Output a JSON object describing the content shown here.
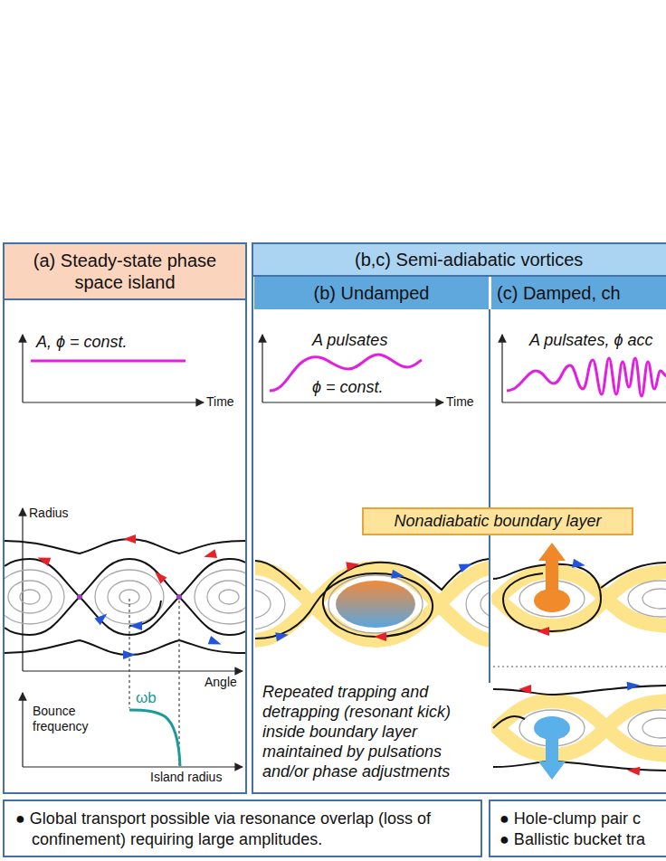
{
  "diagram": {
    "nodes": [
      {
        "text": [
          "(a) Steady-state phase space island"
        ]
      },
      {
        "text": [
          "(b,c) Semi-adiabatic vortices"
        ]
      },
      {
        "text": [
          "(b) Undamped"
        ],
        "in": 1
      },
      {
        "text": [
          "(c) Damped, ch"
        ],
        "in": 1
      },
      {
        "text": [
          "Nonadiabatic boundary layer"
        ],
        "in": 1
      },
      {
        "text": [
          "● Global transport possible via resonance overlap (loss of confinement) requiring large amplitudes."
        ]
      },
      {
        "text": [
          "● Hole-clump pair c",
          "● Ballistic bucket tra"
        ]
      }
    ],
    "labels": [
      "A, ϕ = const.",
      "Time",
      "Radius",
      "Angle",
      "Bounce frequency",
      "ωb",
      "Island radius",
      "A pulsates",
      "ϕ = const.",
      "Time",
      "Repeated trapping and detrapping (resonant kick) inside boundary layer maintained by pulsations and/or phase adjustments",
      "A pulsates, ϕ acc"
    ]
  }
}
